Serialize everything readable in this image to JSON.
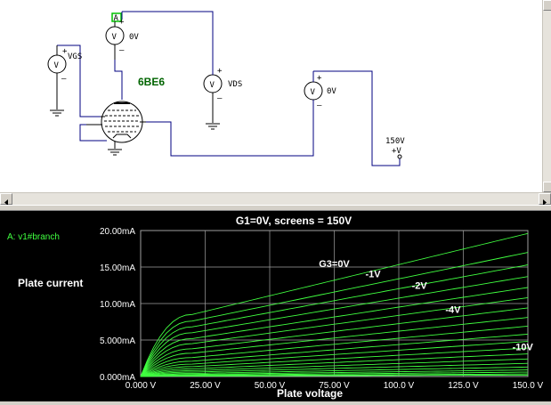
{
  "schematic": {
    "tube_name": "6BE6",
    "meters": {
      "vgs": {
        "value": "VGS",
        "unit": "V"
      },
      "top": {
        "value": "0V",
        "unit": "V"
      },
      "vds": {
        "value": "VDS",
        "unit": "V"
      },
      "right": {
        "value": "0V",
        "unit": "V"
      }
    },
    "probe_label": "A",
    "supply": {
      "value": "150V",
      "label": "+V"
    },
    "colors": {
      "wire": "#000080",
      "tube_label": "#006400",
      "probe": "#00c000"
    }
  },
  "plot": {
    "trace_label": "A: v1#branch",
    "colors": {
      "background": "#000000",
      "trace": "#40ff40",
      "grid": "#a0a0a0",
      "text": "#ffffff"
    }
  },
  "chart_data": {
    "type": "line",
    "title": "G1=0V, screens = 150V",
    "xlabel": "Plate voltage",
    "ylabel": "Plate current",
    "xlim": [
      0,
      150
    ],
    "ylim": [
      0,
      20
    ],
    "x_ticks": [
      "0.000 V",
      "25.00 V",
      "50.00 V",
      "75.00 V",
      "100.0 V",
      "125.0 V",
      "150.0 V"
    ],
    "y_ticks": [
      "0.000mA",
      "5.000mA",
      "10.00mA",
      "15.00mA",
      "20.00mA"
    ],
    "grid": true,
    "knee_volts": 20,
    "curve_end_currents_mA": [
      19.6,
      17.0,
      15.3,
      13.7,
      12.2,
      10.8,
      9.4,
      8.1,
      6.9,
      5.8,
      4.8,
      3.9,
      3.1,
      2.4,
      1.8,
      1.3,
      0.9,
      0.6,
      0.35,
      0.2
    ],
    "curve_knee_currents_mA": [
      8.5,
      7.6,
      6.8,
      6.0,
      5.2,
      4.5,
      3.8,
      3.2,
      2.6,
      2.1,
      1.7,
      1.35,
      1.05,
      0.8,
      0.6,
      0.42,
      0.28,
      0.18,
      0.1,
      0.05
    ],
    "annotations": [
      {
        "text": "G3=0V",
        "x": 75,
        "y": 15.0
      },
      {
        "text": "-1V",
        "x": 90,
        "y": 13.6
      },
      {
        "text": "-2V",
        "x": 108,
        "y": 12.0
      },
      {
        "text": "-4V",
        "x": 121,
        "y": 8.7
      },
      {
        "text": "-10V",
        "x": 148,
        "y": 3.6
      }
    ]
  }
}
